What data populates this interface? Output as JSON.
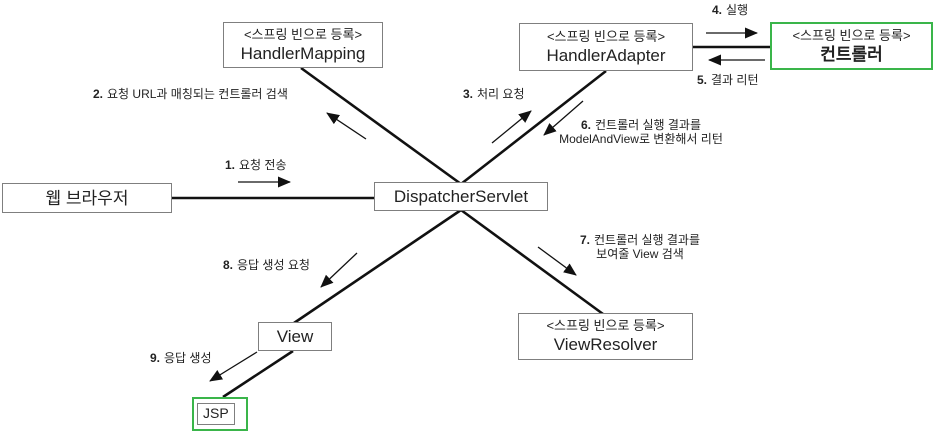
{
  "colors": {
    "highlight_green": "#3ab54a",
    "box_border": "#7f7f7f",
    "line_color": "#111111"
  },
  "boxes": {
    "handler_mapping": {
      "stereotype": "<스프링 빈으로 등록>",
      "name": "HandlerMapping"
    },
    "handler_adapter": {
      "stereotype": "<스프링 빈으로 등록>",
      "name": "HandlerAdapter"
    },
    "controller": {
      "stereotype": "<스프링 빈으로 등록>",
      "name": "컨트롤러"
    },
    "web_browser": {
      "name": "웹 브라우저"
    },
    "dispatcher_servlet": {
      "name": "DispatcherServlet"
    },
    "view": {
      "name": "View"
    },
    "view_resolver": {
      "stereotype": "<스프링 빈으로 등록>",
      "name": "ViewResolver"
    },
    "jsp": {
      "name": "JSP"
    }
  },
  "labels": {
    "step1": {
      "num": "1.",
      "text": "요청 전송"
    },
    "step2": {
      "num": "2.",
      "text": "요청 URL과 매칭되는 컨트롤러 검색"
    },
    "step3": {
      "num": "3.",
      "text": "처리 요청"
    },
    "step4": {
      "num": "4.",
      "text": "실행"
    },
    "step5": {
      "num": "5.",
      "text": "결과 리턴"
    },
    "step6": {
      "num": "6.",
      "line1": "컨트롤러 실행 결과를",
      "line2": "ModelAndView로 변환해서 리턴"
    },
    "step7": {
      "num": "7.",
      "line1": "컨트롤러 실행 결과를",
      "line2": "보여줄 View 검색"
    },
    "step8": {
      "num": "8.",
      "text": "응답 생성 요청"
    },
    "step9": {
      "num": "9.",
      "text": "응답 생성"
    }
  }
}
